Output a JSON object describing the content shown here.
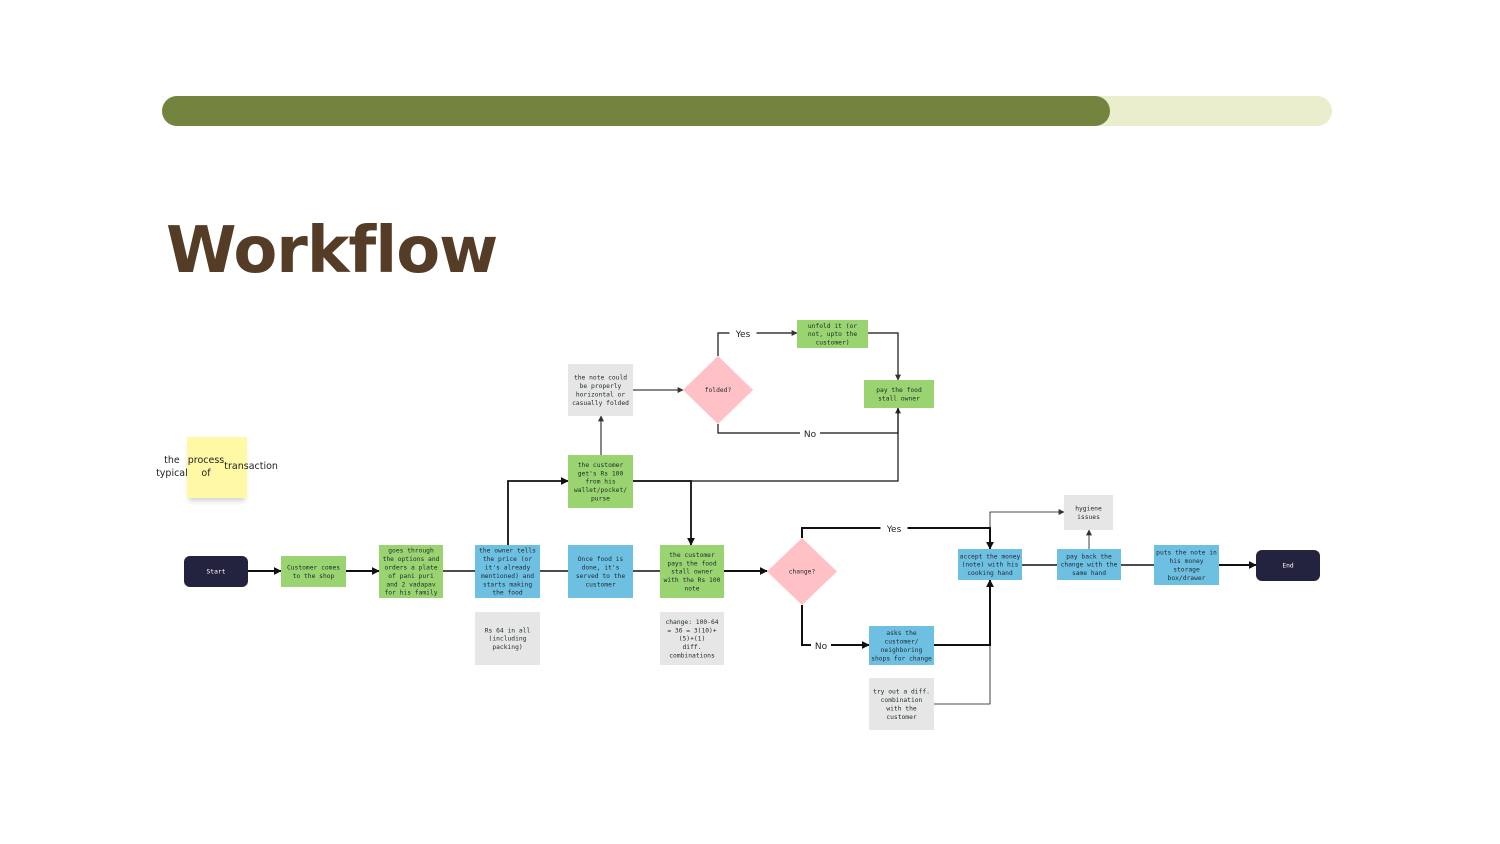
{
  "header": {
    "title": "Workflow",
    "progress": 0.81
  },
  "sticky_note": {
    "lines": [
      "the typical",
      "process of",
      "transaction"
    ]
  },
  "nodes": [
    {
      "id": "start",
      "shape": "terminal",
      "lines": [
        "Start"
      ]
    },
    {
      "id": "comes",
      "shape": "process",
      "lines": [
        "Customer comes",
        "to the shop"
      ]
    },
    {
      "id": "orders",
      "shape": "process",
      "lines": [
        "goes through",
        "the options and",
        "orders a plate",
        "of pani puri",
        "and 2 vadapav",
        "for his family"
      ]
    },
    {
      "id": "price",
      "shape": "process-blue",
      "lines": [
        "the owner tells",
        "the price (or",
        "it's already",
        "mentioned) and",
        "starts making",
        "the food"
      ]
    },
    {
      "id": "rs64",
      "shape": "note",
      "lines": [
        "Rs 64 in all",
        "(including",
        "packing)"
      ]
    },
    {
      "id": "served",
      "shape": "process-blue",
      "lines": [
        "Once food is",
        "done, it's",
        "served to the",
        "customer"
      ]
    },
    {
      "id": "gets",
      "shape": "process",
      "lines": [
        "the customer",
        "get's Rs 100",
        "from his",
        "wallet/pocket/",
        "purse"
      ]
    },
    {
      "id": "folded_note",
      "shape": "note",
      "lines": [
        "the note could",
        "be properly",
        "horizontal or",
        "casually folded"
      ]
    },
    {
      "id": "folded",
      "shape": "decision",
      "lines": [
        "folded?"
      ]
    },
    {
      "id": "unfold",
      "shape": "process",
      "lines": [
        "unfold it (or",
        "not, upto the",
        "customer)"
      ]
    },
    {
      "id": "payfood",
      "shape": "process",
      "lines": [
        "pay the food",
        "stall owner"
      ]
    },
    {
      "id": "pays",
      "shape": "process",
      "lines": [
        "the customer",
        "pays the food",
        "stall owner",
        "with the Rs 100",
        "note"
      ]
    },
    {
      "id": "change_note",
      "shape": "note",
      "lines": [
        "change: 100-64",
        "= 36 = 3(10)+",
        "(5)+(1)",
        "diff.",
        "combinations"
      ]
    },
    {
      "id": "change",
      "shape": "decision",
      "lines": [
        "change?"
      ]
    },
    {
      "id": "asks",
      "shape": "process-blue",
      "lines": [
        "asks the",
        "customer/",
        "neighboring",
        "shops for change"
      ]
    },
    {
      "id": "tryout",
      "shape": "note",
      "lines": [
        "try out a diff.",
        "combination",
        "with the",
        "customer"
      ]
    },
    {
      "id": "accept",
      "shape": "process-blue",
      "lines": [
        "accept the money",
        "(note) with his",
        "cooking hand"
      ]
    },
    {
      "id": "hygiene",
      "shape": "note",
      "lines": [
        "hygiene",
        "issues"
      ]
    },
    {
      "id": "payback",
      "shape": "process-blue",
      "lines": [
        "pay back the",
        "change with the",
        "same hand"
      ]
    },
    {
      "id": "puts",
      "shape": "process-blue",
      "lines": [
        "puts the note in",
        "his money",
        "storage",
        "box/drawer"
      ]
    },
    {
      "id": "end",
      "shape": "terminal",
      "lines": [
        "End"
      ]
    }
  ],
  "edge_labels": [
    {
      "id": "folded_yes",
      "text": "Yes"
    },
    {
      "id": "folded_no",
      "text": "No"
    },
    {
      "id": "change_yes",
      "text": "Yes"
    },
    {
      "id": "change_no",
      "text": "No"
    }
  ],
  "colors": {
    "progress_fill": "#73843e",
    "progress_track": "#eaeecc",
    "title": "#553c26",
    "green_box": "#9ad471",
    "blue_box": "#6ec0e2",
    "gray_note": "#e6e6e6",
    "decision": "#ffc0c6",
    "terminal": "#24233f",
    "sticky": "#fff9a6"
  }
}
